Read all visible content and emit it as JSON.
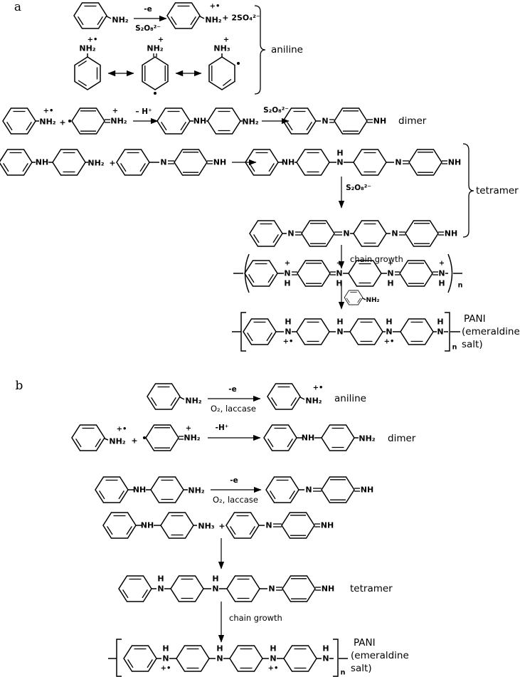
{
  "panels": {
    "a": {
      "label": "a",
      "captions": {
        "aniline": "aniline",
        "dimer": "dimer",
        "tetramer": "tetramer",
        "chain_growth": "chain growth",
        "pani_line1": "PANI",
        "pani_line2": "(emeraldine",
        "pani_line3": "salt)"
      },
      "reagents": {
        "minus_e": "-e",
        "s2o8": "S₂O₈²⁻",
        "sulfate": "+ 2SO₄²⁻",
        "minus_h": "– H⁺"
      }
    },
    "b": {
      "label": "b",
      "captions": {
        "aniline": "aniline",
        "dimer": "dimer",
        "tetramer": "tetramer",
        "chain_growth": "chain growth",
        "pani_line1": "PANI",
        "pani_line2": "(emeraldine",
        "pani_line3": "salt)"
      },
      "reagents": {
        "minus_e": "-e",
        "o2_laccase": "O₂, laccase",
        "minus_h": "-H⁺"
      }
    }
  },
  "atoms": {
    "nh2": "NH₂",
    "nh3": "NH₃",
    "nh": "NH",
    "n": "N",
    "h": "H"
  },
  "charges": {
    "plus": "+",
    "plus_radical": "+•"
  },
  "misc": {
    "plus_sign": "+",
    "n_index": "n"
  }
}
